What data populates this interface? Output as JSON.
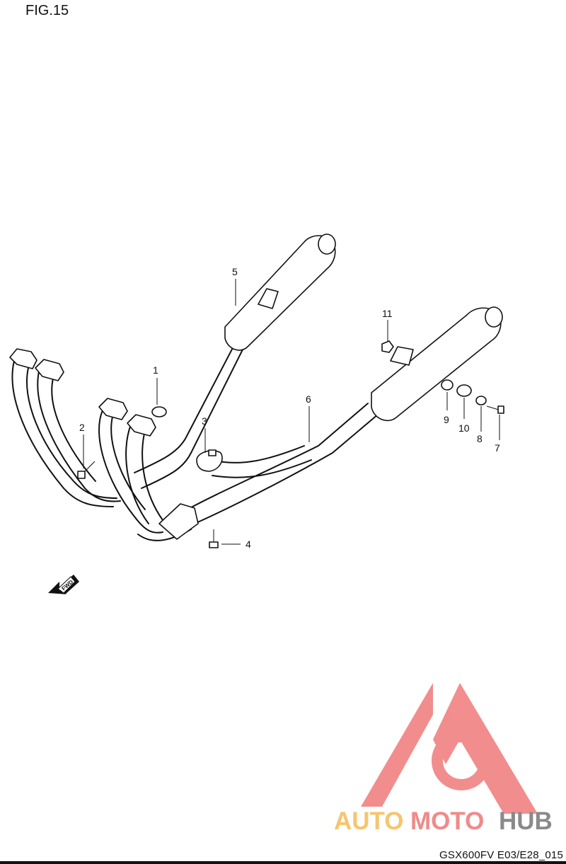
{
  "figure": {
    "title": "FIG.15",
    "code": "GSX600FV E03/E28_015"
  },
  "callouts": [
    {
      "id": "1",
      "label": "1"
    },
    {
      "id": "2",
      "label": "2"
    },
    {
      "id": "3",
      "label": "3"
    },
    {
      "id": "4",
      "label": "4"
    },
    {
      "id": "5",
      "label": "5"
    },
    {
      "id": "6",
      "label": "6"
    },
    {
      "id": "7",
      "label": "7"
    },
    {
      "id": "8",
      "label": "8"
    },
    {
      "id": "9",
      "label": "9"
    },
    {
      "id": "10",
      "label": "10"
    },
    {
      "id": "11",
      "label": "11"
    }
  ],
  "direction_marker": {
    "label": "FWD"
  },
  "watermark": {
    "word_1": "AUTO",
    "word_2": "MOTO",
    "word_3": "HUB",
    "colors": {
      "auto": "#f6c56f",
      "moto": "#f08a8a",
      "hub": "#8a8a8a",
      "logo": "#f07a7a"
    }
  }
}
